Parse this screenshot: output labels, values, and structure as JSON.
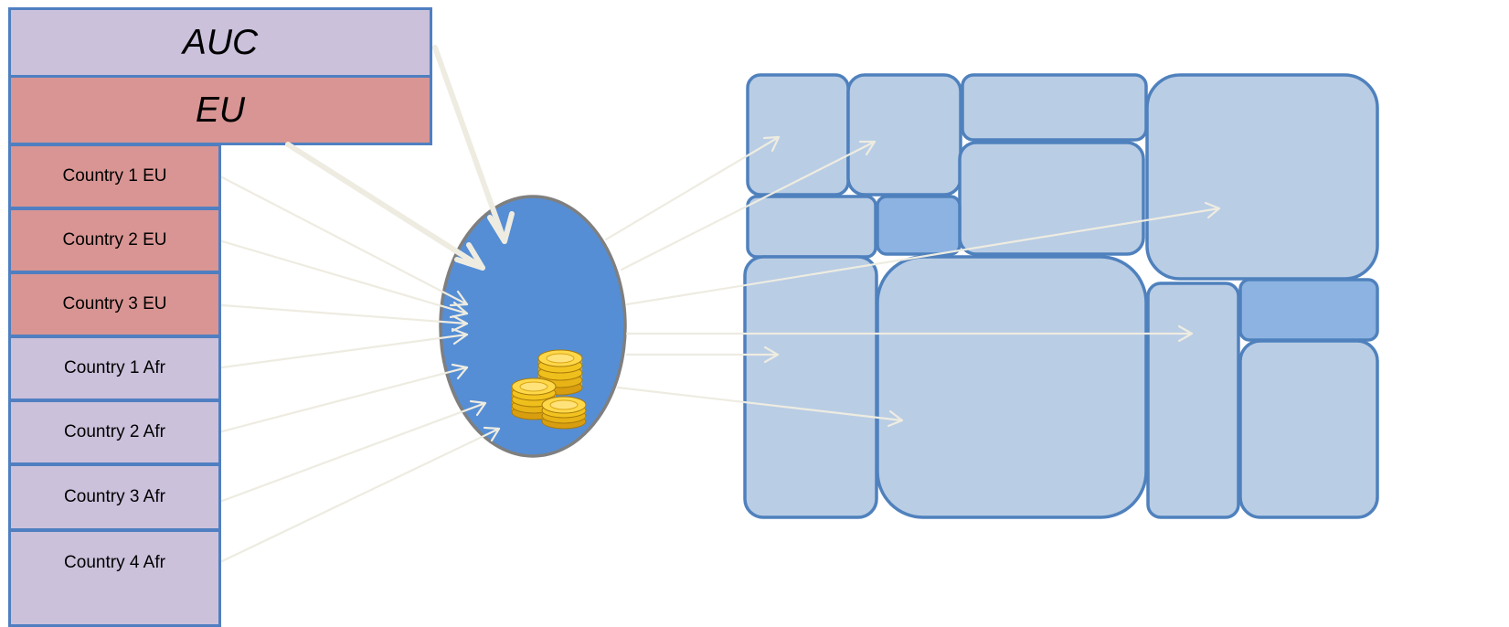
{
  "header_boxes": {
    "auc": "AUC",
    "eu": "EU"
  },
  "countries": [
    "Country 1 EU",
    "Country 2 EU",
    "Country 3 EU",
    "Country 1 Afr",
    "Country 2 Afr",
    "Country 3 Afr",
    "Country 4 Afr"
  ],
  "colors": {
    "lavender_fill": "#cbc1db",
    "rose_fill": "#d89593",
    "box_border": "#4f7fc1",
    "fund_fill": "#558ed5",
    "fund_border": "#7f7f7f",
    "tile_light": "#b9cde5",
    "tile_dark": "#8db3e2",
    "tile_border": "#4f81bd",
    "arrow": "#eeece1",
    "coin_gold": "#f3c420"
  },
  "icons": {
    "fund": "coin-stack-icon"
  }
}
